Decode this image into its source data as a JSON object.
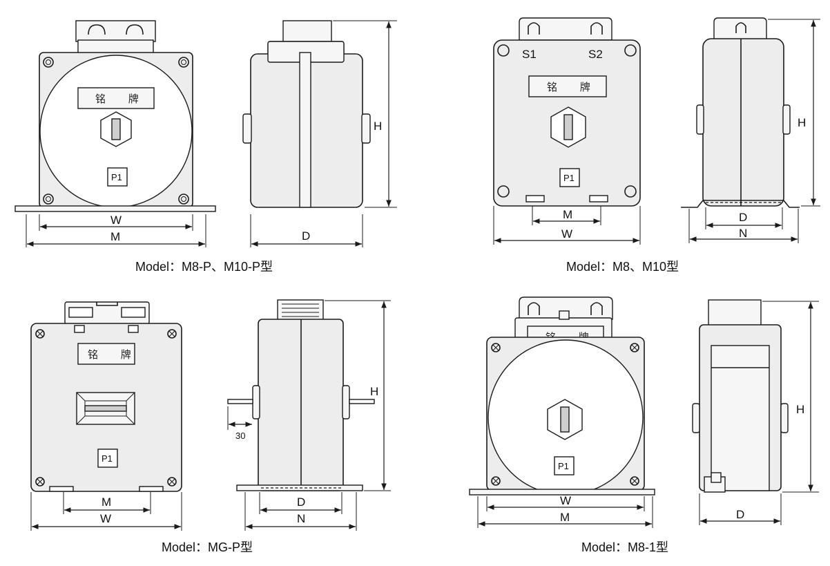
{
  "labels": {
    "nameplate": "铭 牌",
    "terminal_p1": "P1",
    "terminal_s1": "S1",
    "terminal_s2": "S2",
    "dim_w": "W",
    "dim_m": "M",
    "dim_d": "D",
    "dim_h": "H",
    "dim_n": "N",
    "dim_30": "30"
  },
  "captions": {
    "top_left": "Model：M8-P、M10-P型",
    "top_right": "Model：M8、M10型",
    "bottom_left": "Model：MG-P型",
    "bottom_right": "Model：M8-1型"
  }
}
